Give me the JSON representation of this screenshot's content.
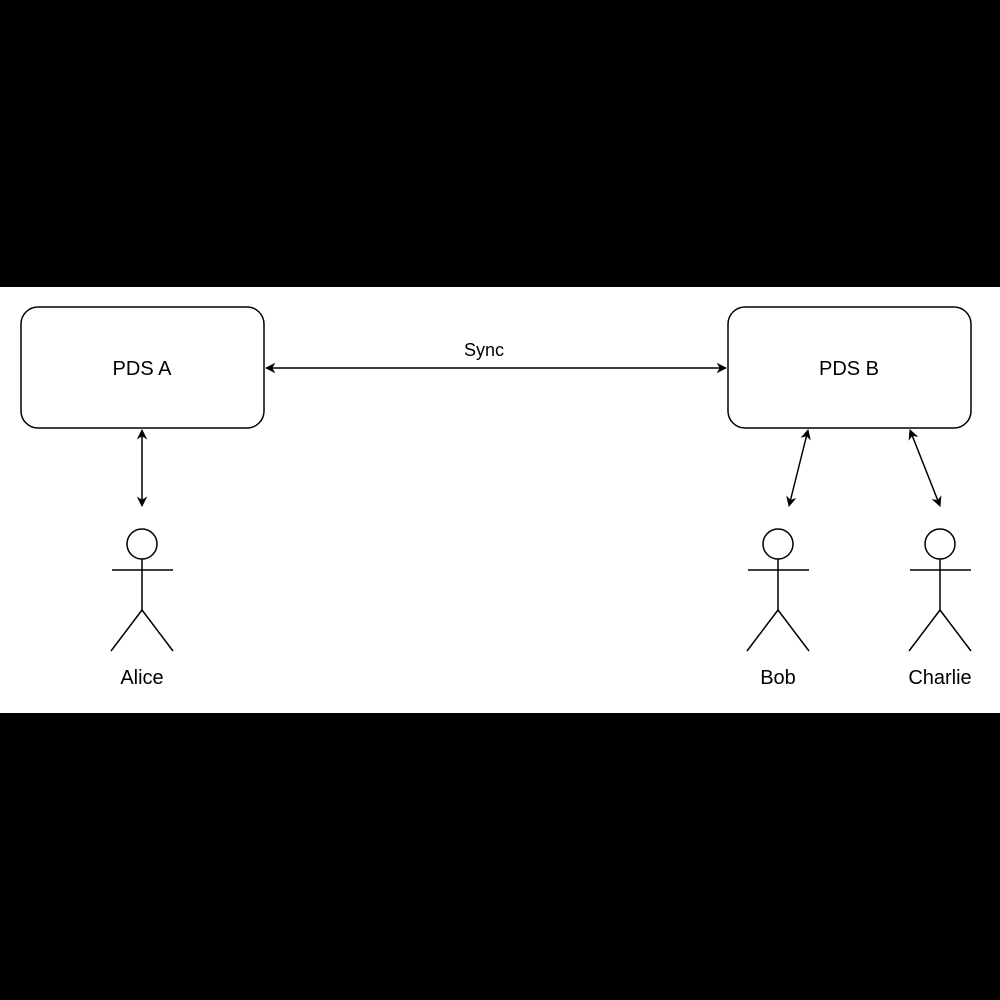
{
  "diagram": {
    "colors": {
      "background": "#ffffff",
      "letterbox": "#000000",
      "stroke": "#000000"
    },
    "nodes": [
      {
        "id": "pds_a",
        "label": "PDS A",
        "shape": "rounded-rectangle"
      },
      {
        "id": "pds_b",
        "label": "PDS B",
        "shape": "rounded-rectangle"
      }
    ],
    "actors": [
      {
        "id": "alice",
        "label": "Alice",
        "icon": "stick-figure-icon"
      },
      {
        "id": "bob",
        "label": "Bob",
        "icon": "stick-figure-icon"
      },
      {
        "id": "charlie",
        "label": "Charlie",
        "icon": "stick-figure-icon"
      }
    ],
    "edges": [
      {
        "from": "pds_a",
        "to": "pds_b",
        "label": "Sync",
        "direction": "bidirectional"
      },
      {
        "from": "pds_a",
        "to": "alice",
        "label": "",
        "direction": "bidirectional"
      },
      {
        "from": "pds_b",
        "to": "bob",
        "label": "",
        "direction": "bidirectional"
      },
      {
        "from": "pds_b",
        "to": "charlie",
        "label": "",
        "direction": "bidirectional"
      }
    ]
  }
}
